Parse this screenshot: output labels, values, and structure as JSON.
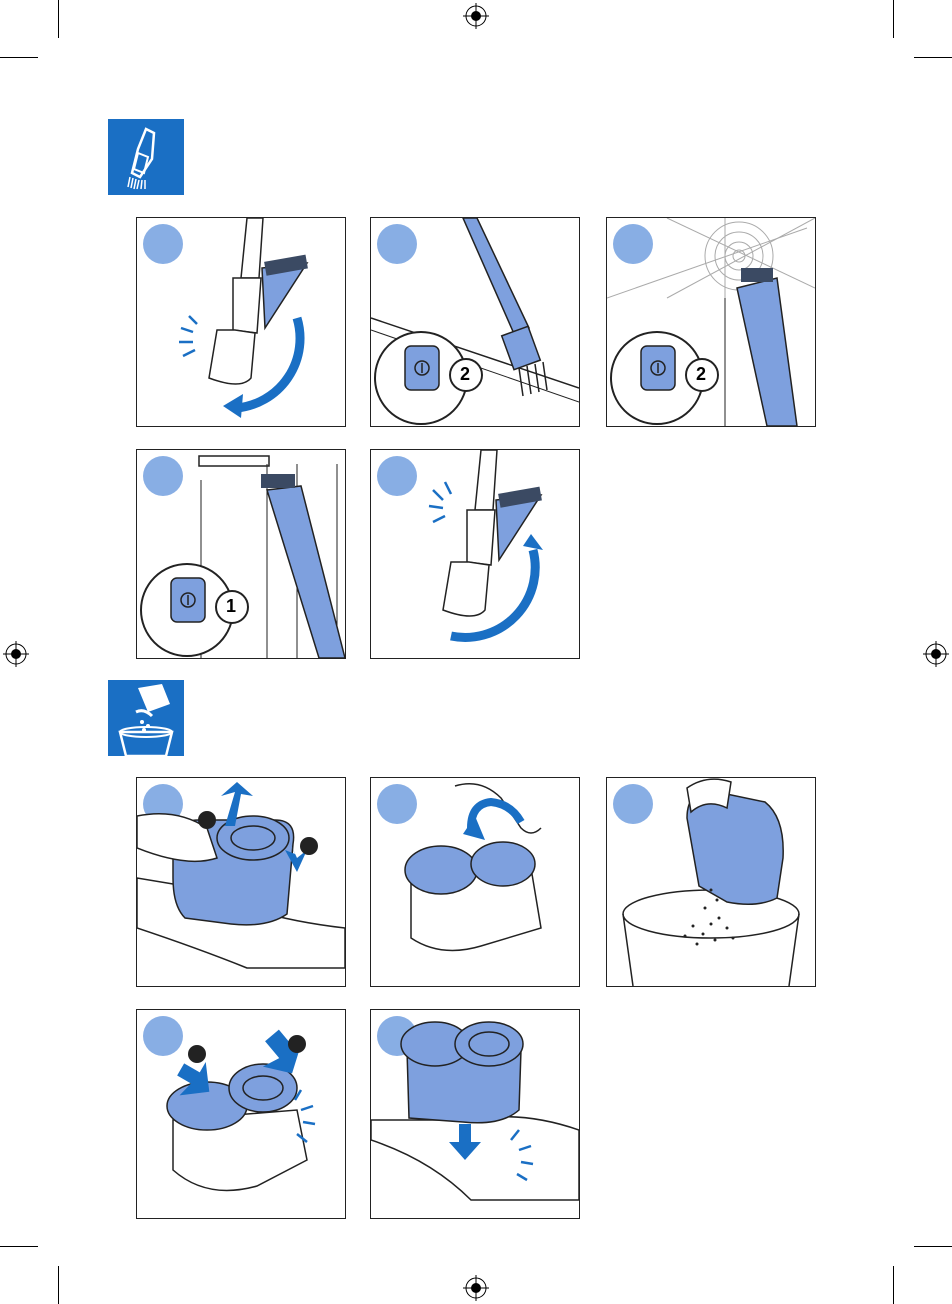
{
  "colors": {
    "accent_blue": "#1a6fc4",
    "step_circle": "#88aee4",
    "part_blue": "#7ea0de",
    "outline": "#222222"
  },
  "section_1": {
    "icon": "brush-attachment-icon",
    "panels": [
      {
        "id": "1a",
        "icon": "brush-fold-out-icon"
      },
      {
        "id": "1b",
        "icon": "power-button-icon",
        "badge": "2"
      },
      {
        "id": "1c",
        "icon": "power-button-icon",
        "badge": "2"
      },
      {
        "id": "1d",
        "icon": "power-button-icon",
        "badge": "1"
      },
      {
        "id": "1e",
        "icon": "brush-fold-in-icon"
      }
    ]
  },
  "section_2": {
    "icon": "empty-dust-container-icon",
    "panels": [
      {
        "id": "2a",
        "icon": "remove-container-icon"
      },
      {
        "id": "2b",
        "icon": "open-lid-icon"
      },
      {
        "id": "2c",
        "icon": "empty-bin-icon"
      },
      {
        "id": "2d",
        "icon": "close-lid-icon"
      },
      {
        "id": "2e",
        "icon": "insert-container-icon"
      }
    ]
  }
}
